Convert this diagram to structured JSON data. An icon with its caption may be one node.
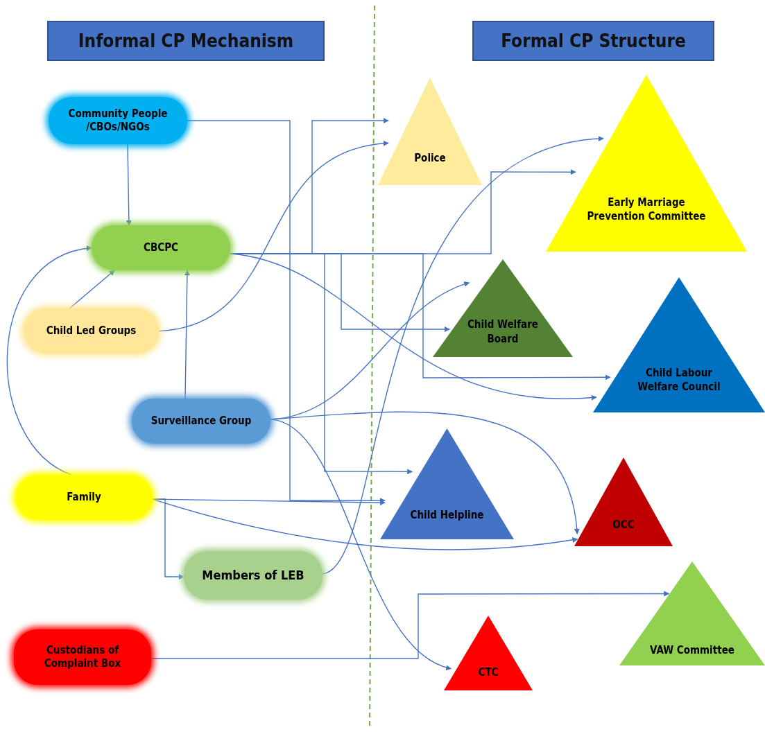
{
  "diagram": {
    "nodes": [
      {
        "text": [
          "Informal CP Mechanism"
        ]
      },
      {
        "text": [
          "Formal CP Structure"
        ]
      },
      {
        "text": [
          "Community People /CBOs/NGOs"
        ]
      },
      {
        "text": [
          "CBCPC"
        ]
      },
      {
        "text": [
          "Child Led Groups"
        ]
      },
      {
        "text": [
          "Surveillance Group"
        ]
      },
      {
        "text": [
          "Family"
        ]
      },
      {
        "text": [
          "Members of LEB"
        ]
      },
      {
        "text": [
          "Custodians of Complaint Box"
        ]
      },
      {
        "text": [
          "Police"
        ]
      },
      {
        "text": [
          "Early Marriage Prevention Committee"
        ]
      },
      {
        "text": [
          "Child Welfare Board"
        ]
      },
      {
        "text": [
          "Child Labour Welfare Council"
        ]
      },
      {
        "text": [
          "Child Helpline"
        ]
      },
      {
        "text": [
          "OCC"
        ]
      },
      {
        "text": [
          "CTC"
        ]
      },
      {
        "text": [
          "VAW Committee"
        ]
      }
    ],
    "edges": [
      {
        "from": 2,
        "to": 3,
        "arrow": "to"
      },
      {
        "from": 2,
        "to": 13,
        "arrow": "to"
      },
      {
        "from": 3,
        "to": 9,
        "arrow": "to"
      },
      {
        "from": 3,
        "to": 10,
        "arrow": "to"
      },
      {
        "from": 3,
        "to": 11,
        "arrow": "to"
      },
      {
        "from": 3,
        "to": 12,
        "arrow": "to"
      },
      {
        "from": 3,
        "to": 13,
        "arrow": "to"
      },
      {
        "from": 3,
        "to": 12,
        "arrow": "to"
      },
      {
        "from": 4,
        "to": 3,
        "arrow": "to"
      },
      {
        "from": 4,
        "to": 9,
        "arrow": "to"
      },
      {
        "from": 6,
        "to": 3,
        "arrow": "to"
      },
      {
        "from": 5,
        "to": 3,
        "arrow": "to"
      },
      {
        "from": 5,
        "to": 11,
        "arrow": "to"
      },
      {
        "from": 5,
        "to": 14,
        "arrow": "to"
      },
      {
        "from": 5,
        "to": 15,
        "arrow": "to"
      },
      {
        "from": 6,
        "to": 13,
        "arrow": "to"
      },
      {
        "from": 6,
        "to": 14,
        "arrow": "to"
      },
      {
        "from": 6,
        "to": 7,
        "arrow": "to"
      },
      {
        "from": 7,
        "to": 10,
        "arrow": "to"
      },
      {
        "from": 8,
        "to": 16,
        "arrow": "to"
      }
    ]
  }
}
